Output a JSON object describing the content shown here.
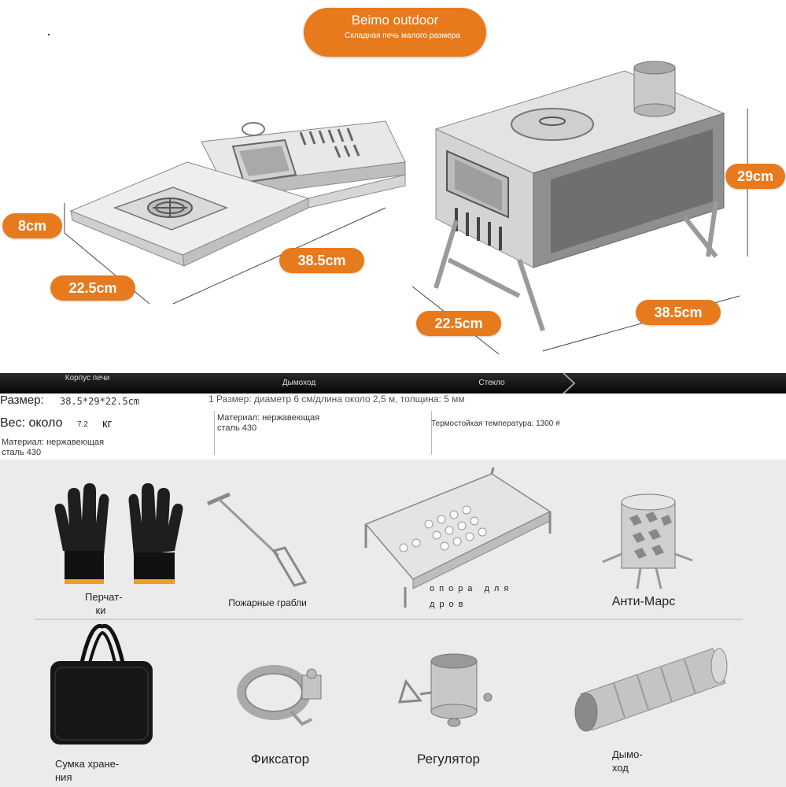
{
  "header": {
    "brand": "Beimo outdoor",
    "subtitle": "Складная печь малого размера"
  },
  "dimensions": {
    "folded": {
      "height": "8cm",
      "depth": "22.5cm",
      "length": "38.5cm"
    },
    "assembled": {
      "height": "29cm",
      "depth": "22.5cm",
      "length": "38.5cm"
    }
  },
  "specs": {
    "headers": [
      "Корпус печи",
      "Дымоход",
      "Стекло"
    ],
    "body": {
      "size_label": "Размер:",
      "size_value": "38.5*29*22.5cm",
      "weight_label": "Вес: около",
      "weight_value": "7.2",
      "weight_unit": "кг",
      "material": "Материал: нержавеющая сталь 430"
    },
    "chimney": {
      "size": "1 Размер: диаметр 6 см/длина около 2,5 м, толщина: 5 мм",
      "material": "Материал: нержавеющая сталь 430"
    },
    "glass": {
      "temp": "Термостойкая температура: 1300 #"
    }
  },
  "accessories": {
    "gloves": "Перчат-ки",
    "rake": "Пожарные грабли",
    "grill": "опора для дров",
    "anti_mars": "Анти-Марс",
    "bag": "Сумка хране-ния",
    "clamp": "Фиксатор",
    "regulator": "Регулятор",
    "chimney": "Дымо-ход"
  },
  "colors": {
    "accent": "#e87a1e",
    "bar": "#111111",
    "panel": "#ebebeb"
  }
}
